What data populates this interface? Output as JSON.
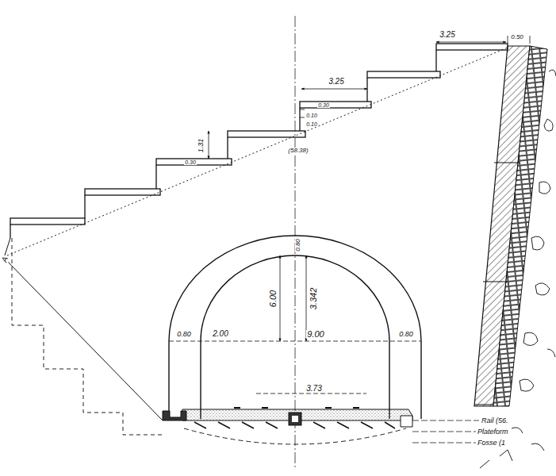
{
  "diagram": {
    "labels": [
      "0.50",
      "3.25",
      "3.25",
      "0.30",
      "0.10",
      "0.10",
      "1.31",
      "0.30",
      "(58.38)",
      "0.80",
      "6.00",
      "3.342",
      "0.80",
      "2.00",
      "9.00",
      "0.80",
      "3.73",
      "Rail (56.",
      "Plateform",
      "Fosse (1",
      "A"
    ]
  }
}
